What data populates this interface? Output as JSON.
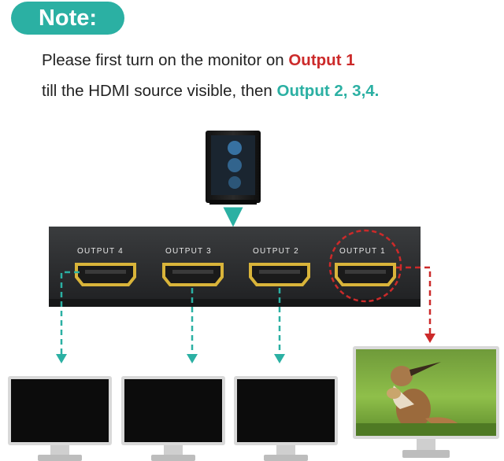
{
  "note": {
    "badge": "Note:"
  },
  "instruction": {
    "line1_prefix": "Please first turn on the monitor on ",
    "line1_highlight": "Output 1",
    "line2_prefix": "till the HDMI source visible, then ",
    "line2_highlight": "Output 2, 3,4."
  },
  "ports": [
    {
      "label": "OUTPUT 4"
    },
    {
      "label": "OUTPUT 3"
    },
    {
      "label": "OUTPUT 2"
    },
    {
      "label": "OUTPUT 1"
    }
  ],
  "colors": {
    "teal": "#2bb0a3",
    "red": "#cc2a2a",
    "hdmi_gold": "#d9b43a"
  }
}
